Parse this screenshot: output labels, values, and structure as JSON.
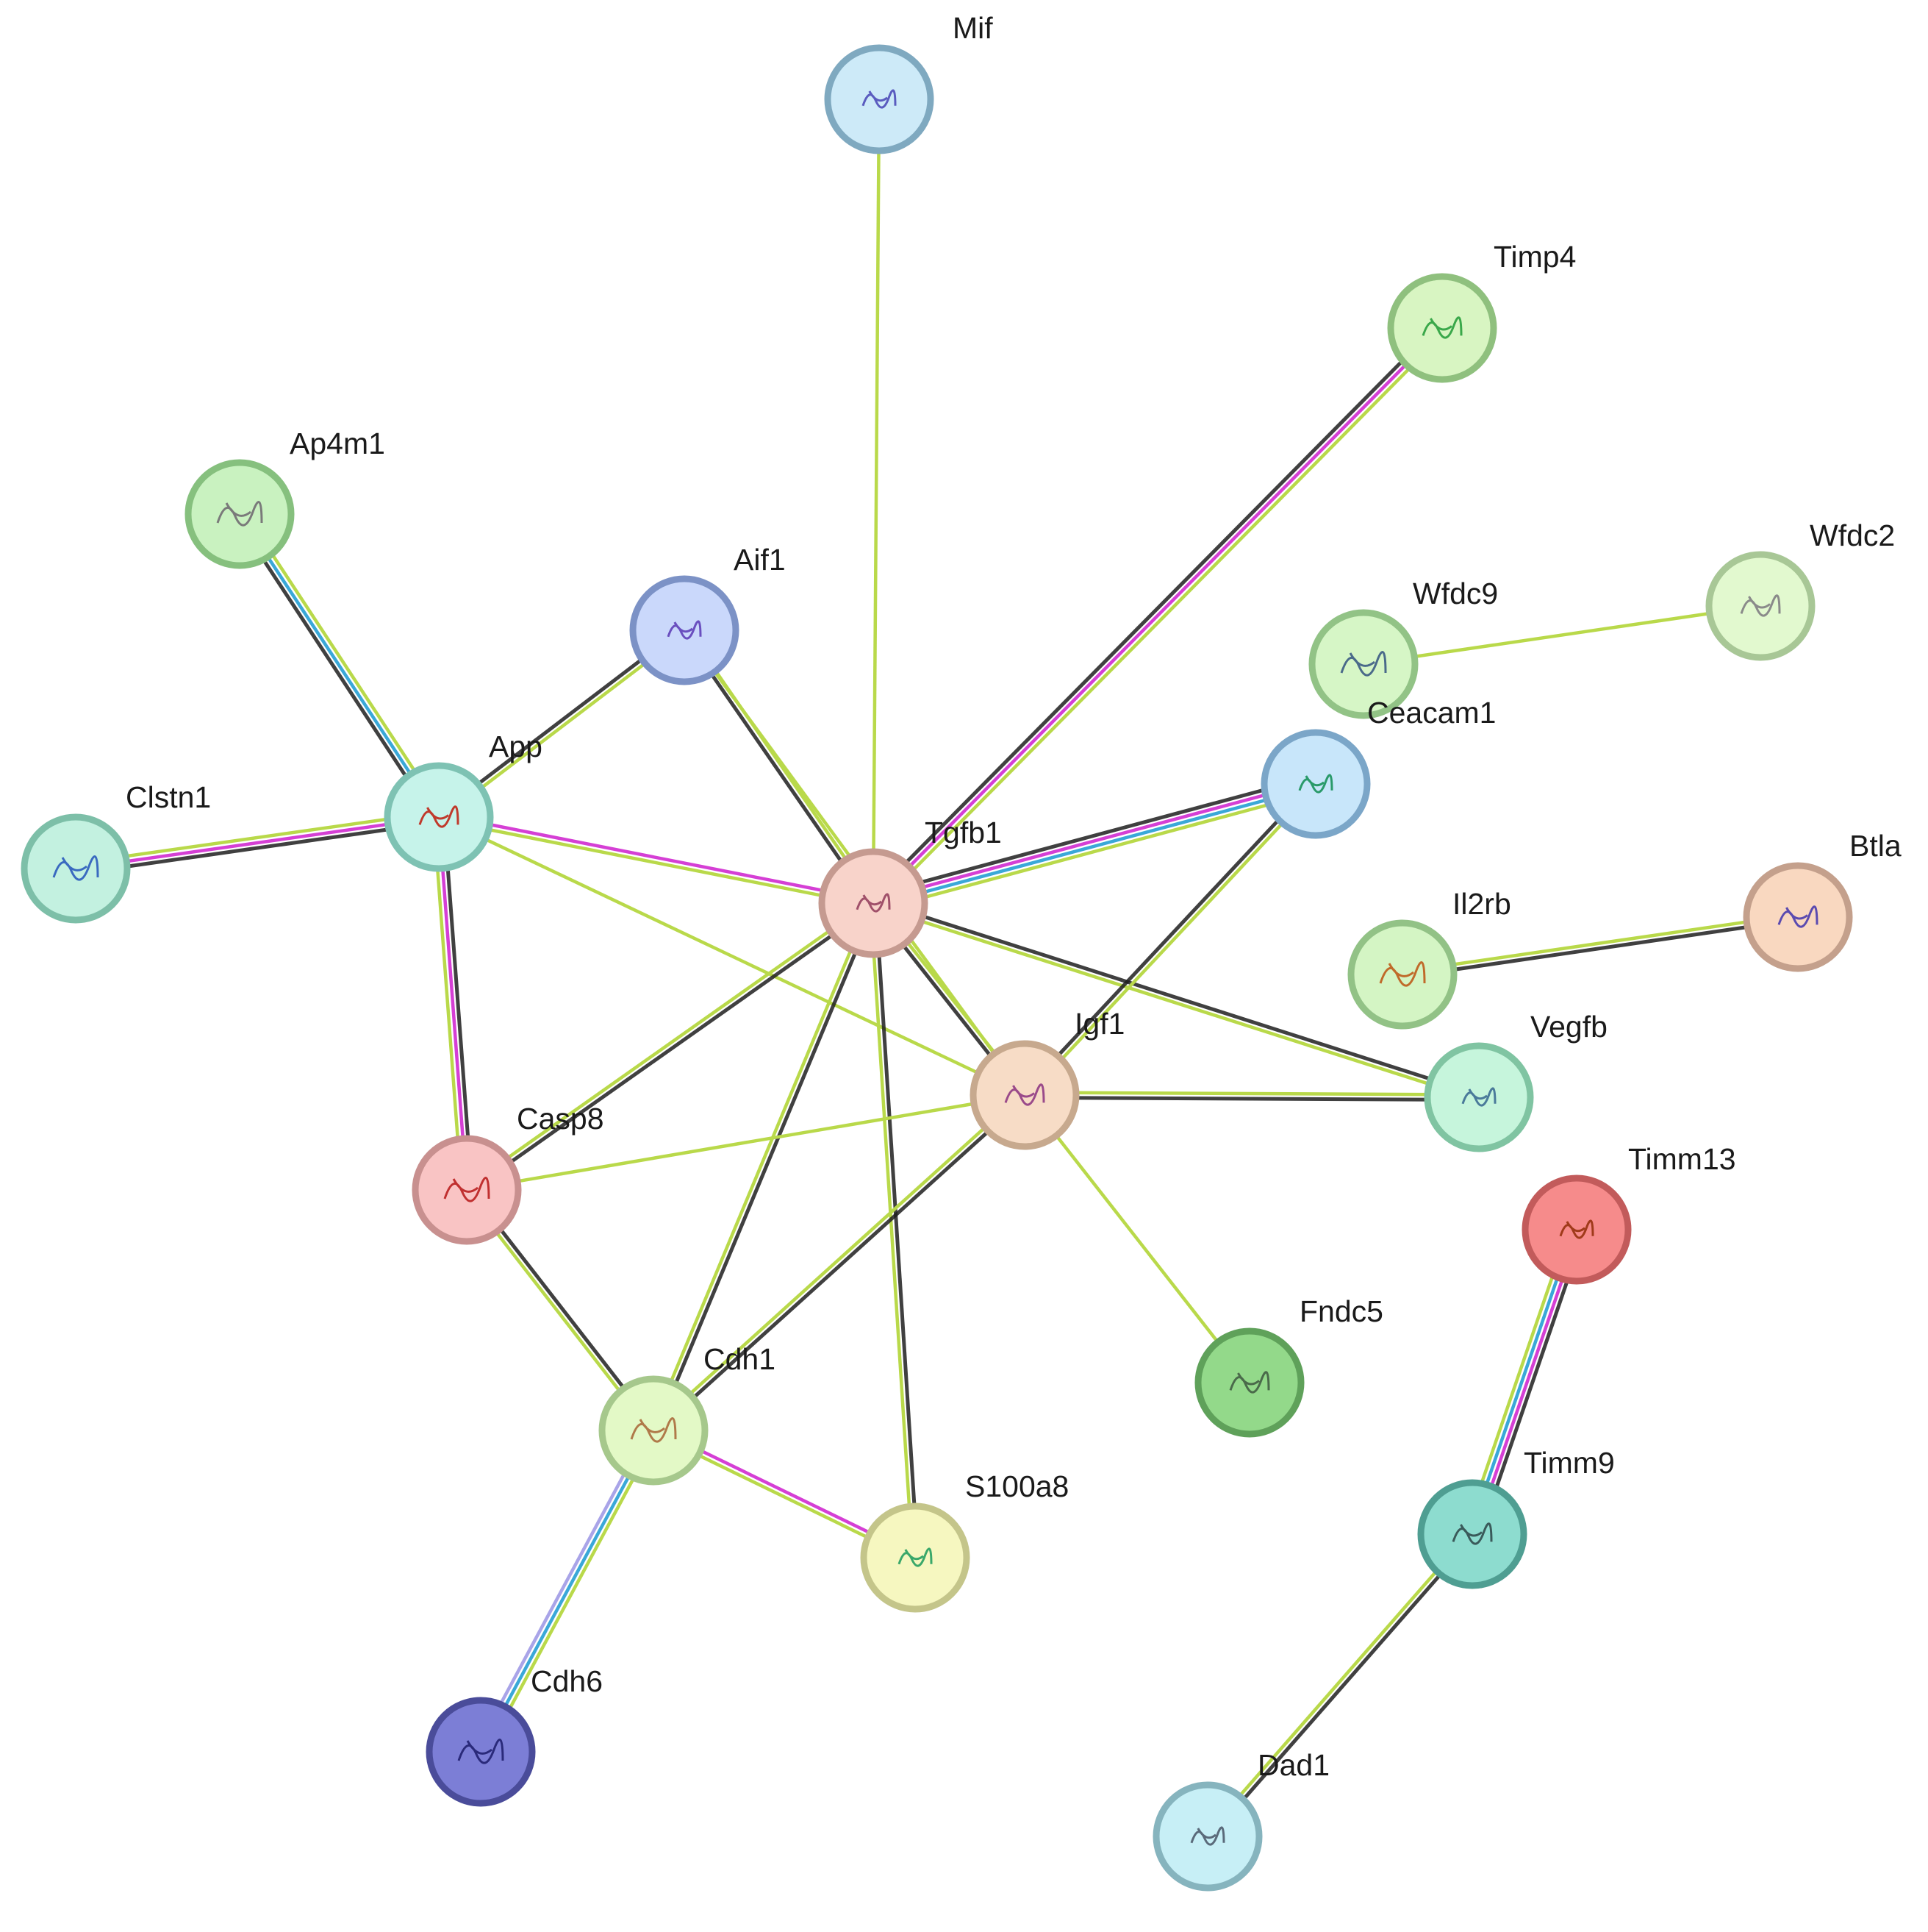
{
  "palette": {
    "coexpression": "#1f1f1f",
    "textmining": "#b9d94a",
    "experiments": "#d53fd5",
    "databases": "#3aa8d8",
    "homology": "#a9a4e8"
  },
  "nodes": [
    {
      "id": "mif",
      "label": "Mif",
      "fill": "#cdeaf8",
      "stroke": "#7fa9c0",
      "glyph": "#5a5cbf"
    },
    {
      "id": "timp4",
      "label": "Timp4",
      "fill": "#d8f5c2",
      "stroke": "#8fc07e",
      "glyph": "#3aa84a"
    },
    {
      "id": "ap4m1",
      "label": "Ap4m1",
      "fill": "#c9f2c0",
      "stroke": "#86c07e",
      "glyph": "#7a7a7a"
    },
    {
      "id": "aif1",
      "label": "Aif1",
      "fill": "#cad8fb",
      "stroke": "#7c92c6",
      "glyph": "#6a4fbf"
    },
    {
      "id": "wfdc2",
      "label": "Wfdc2",
      "fill": "#e2f9cf",
      "stroke": "#a8c796",
      "glyph": "#8a8a8a"
    },
    {
      "id": "wfdc9",
      "label": "Wfdc9",
      "fill": "#d6f6c6",
      "stroke": "#92c386",
      "glyph": "#4a6a8a"
    },
    {
      "id": "ceacam1",
      "label": "Ceacam1",
      "fill": "#c8e6fa",
      "stroke": "#7ba6c8",
      "glyph": "#2a9a6a"
    },
    {
      "id": "app",
      "label": "App",
      "fill": "#c6f3ea",
      "stroke": "#7ec2b3",
      "glyph": "#c0392b"
    },
    {
      "id": "clstn1",
      "label": "Clstn1",
      "fill": "#c3f1e0",
      "stroke": "#7dbfa8",
      "glyph": "#3a6ac0"
    },
    {
      "id": "tgfb1",
      "label": "Tgfb1",
      "fill": "#f8d3ca",
      "stroke": "#c59a90",
      "glyph": "#a0506a"
    },
    {
      "id": "btla",
      "label": "Btla",
      "fill": "#f9d8c0",
      "stroke": "#c4a08c",
      "glyph": "#5a4ab0"
    },
    {
      "id": "il2rb",
      "label": "Il2rb",
      "fill": "#d4f5c4",
      "stroke": "#92c286",
      "glyph": "#c06a2a"
    },
    {
      "id": "vegfb",
      "label": "Vegfb",
      "fill": "#c6f5dc",
      "stroke": "#80c4a2",
      "glyph": "#4a7a9a"
    },
    {
      "id": "igf1",
      "label": "Igf1",
      "fill": "#f7dcc6",
      "stroke": "#c7a98e",
      "glyph": "#9a4a8a"
    },
    {
      "id": "casp8",
      "label": "Casp8",
      "fill": "#f9c4c4",
      "stroke": "#c8908f",
      "glyph": "#c03030"
    },
    {
      "id": "timm13",
      "label": "Timm13",
      "fill": "#f68b8b",
      "stroke": "#c25b5b",
      "glyph": "#a03a1a"
    },
    {
      "id": "fndc5",
      "label": "Fndc5",
      "fill": "#93d98a",
      "stroke": "#5fa15a",
      "glyph": "#4a6a4a"
    },
    {
      "id": "cdh1",
      "label": "Cdh1",
      "fill": "#e3f9c6",
      "stroke": "#a6c88c",
      "glyph": "#b07a4a"
    },
    {
      "id": "s100a8",
      "label": "S100a8",
      "fill": "#f6f7c0",
      "stroke": "#c4c58a",
      "glyph": "#3aa86a"
    },
    {
      "id": "timm9",
      "label": "Timm9",
      "fill": "#8ddccf",
      "stroke": "#4f9e92",
      "glyph": "#3a5a5a"
    },
    {
      "id": "cdh6",
      "label": "Cdh6",
      "fill": "#7c7ed6",
      "stroke": "#4a4c9a",
      "glyph": "#2a2a7a"
    },
    {
      "id": "dad1",
      "label": "Dad1",
      "fill": "#c7eff6",
      "stroke": "#86b4be",
      "glyph": "#5a6a7a"
    }
  ],
  "edges": [
    {
      "a": "mif",
      "b": "tgfb1",
      "lines": [
        "textmining"
      ]
    },
    {
      "a": "timp4",
      "b": "tgfb1",
      "lines": [
        "textmining",
        "experiments",
        "coexpression"
      ]
    },
    {
      "a": "ap4m1",
      "b": "app",
      "lines": [
        "textmining",
        "databases",
        "coexpression"
      ]
    },
    {
      "a": "aif1",
      "b": "app",
      "lines": [
        "textmining",
        "coexpression"
      ]
    },
    {
      "a": "aif1",
      "b": "tgfb1",
      "lines": [
        "textmining",
        "coexpression"
      ]
    },
    {
      "a": "aif1",
      "b": "igf1",
      "lines": [
        "textmining"
      ]
    },
    {
      "a": "wfdc9",
      "b": "wfdc2",
      "lines": [
        "textmining"
      ]
    },
    {
      "a": "clstn1",
      "b": "app",
      "lines": [
        "textmining",
        "experiments",
        "coexpression"
      ]
    },
    {
      "a": "app",
      "b": "tgfb1",
      "lines": [
        "experiments",
        "textmining"
      ]
    },
    {
      "a": "app",
      "b": "igf1",
      "lines": [
        "textmining"
      ]
    },
    {
      "a": "app",
      "b": "casp8",
      "lines": [
        "coexpression",
        "experiments",
        "textmining"
      ]
    },
    {
      "a": "tgfb1",
      "b": "ceacam1",
      "lines": [
        "coexpression",
        "experiments",
        "databases",
        "textmining"
      ]
    },
    {
      "a": "tgfb1",
      "b": "igf1",
      "lines": [
        "textmining",
        "coexpression"
      ]
    },
    {
      "a": "tgfb1",
      "b": "vegfb",
      "lines": [
        "coexpression",
        "textmining"
      ]
    },
    {
      "a": "tgfb1",
      "b": "casp8",
      "lines": [
        "coexpression",
        "textmining"
      ]
    },
    {
      "a": "tgfb1",
      "b": "cdh1",
      "lines": [
        "coexpression",
        "textmining"
      ]
    },
    {
      "a": "tgfb1",
      "b": "s100a8",
      "lines": [
        "coexpression",
        "textmining"
      ]
    },
    {
      "a": "ceacam1",
      "b": "igf1",
      "lines": [
        "textmining",
        "coexpression"
      ]
    },
    {
      "a": "igf1",
      "b": "vegfb",
      "lines": [
        "textmining",
        "coexpression"
      ]
    },
    {
      "a": "igf1",
      "b": "casp8",
      "lines": [
        "textmining"
      ]
    },
    {
      "a": "igf1",
      "b": "cdh1",
      "lines": [
        "coexpression",
        "textmining"
      ]
    },
    {
      "a": "igf1",
      "b": "fndc5",
      "lines": [
        "textmining"
      ]
    },
    {
      "a": "il2rb",
      "b": "btla",
      "lines": [
        "textmining",
        "coexpression"
      ]
    },
    {
      "a": "casp8",
      "b": "cdh1",
      "lines": [
        "coexpression",
        "textmining"
      ]
    },
    {
      "a": "cdh1",
      "b": "s100a8",
      "lines": [
        "experiments",
        "textmining"
      ]
    },
    {
      "a": "cdh1",
      "b": "cdh6",
      "lines": [
        "textmining",
        "databases",
        "homology"
      ]
    },
    {
      "a": "timm13",
      "b": "timm9",
      "lines": [
        "coexpression",
        "experiments",
        "databases",
        "textmining"
      ]
    },
    {
      "a": "timm9",
      "b": "dad1",
      "lines": [
        "coexpression",
        "textmining"
      ]
    }
  ]
}
